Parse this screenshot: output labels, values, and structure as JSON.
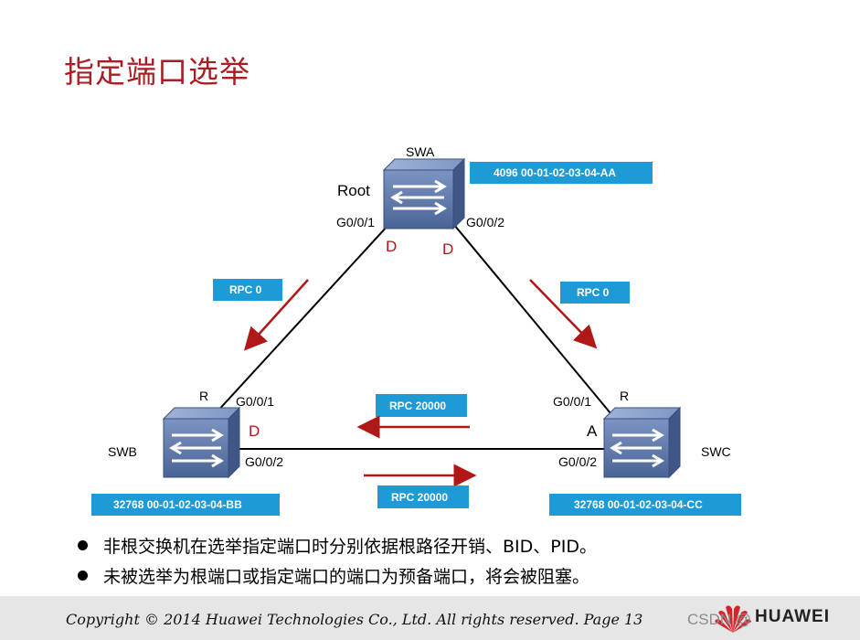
{
  "slide": {
    "title": "指定端口选举"
  },
  "switches": {
    "swa": {
      "name": "SWA",
      "role": "Root",
      "bid": "4096 00-01-02-03-04-AA",
      "port_left": "G0/0/1",
      "port_right": "G0/0/2",
      "port_left_state": "D",
      "port_right_state": "D"
    },
    "swb": {
      "name": "SWB",
      "bid": "32768 00-01-02-03-04-BB",
      "port_top": "G0/0/1",
      "port_right": "G0/0/2",
      "top_state": "R",
      "right_state": "D"
    },
    "swc": {
      "name": "SWC",
      "bid": "32768 00-01-02-03-04-CC",
      "port_top": "G0/0/1",
      "port_left": "G0/0/2",
      "top_state": "R",
      "left_state": "A"
    }
  },
  "bpdus": {
    "left_link": "RPC 0",
    "right_link": "RPC 0",
    "bottom_upper": "RPC 20000",
    "bottom_lower": "RPC 20000"
  },
  "bullets": [
    "非根交换机在选举指定端口时分别依据根路径开销、BID、PID。",
    "未被选举为根端口或指定端口的端口为预备端口，将会被阻塞。"
  ],
  "footer": {
    "copyright": "Copyright © 2014 Huawei Technologies Co., Ltd. All rights reserved. Page 13",
    "watermark": "CSDN @",
    "brand": "HUAWEI"
  },
  "colors": {
    "title": "#a81e23",
    "tag_fill": "#1e9bd7",
    "arrow": "#b01818",
    "switch_body": "#5c78a8"
  }
}
